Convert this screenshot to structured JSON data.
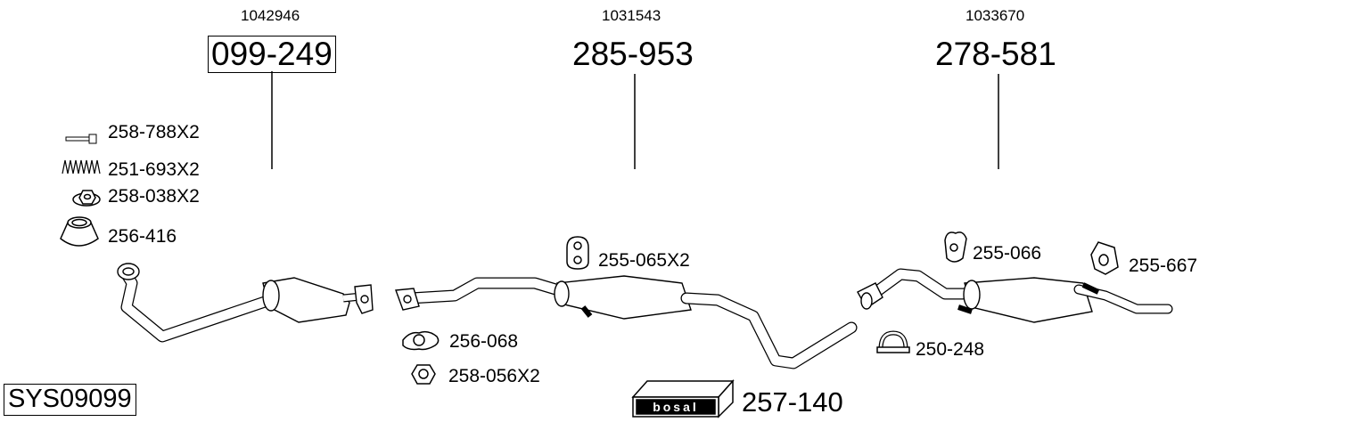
{
  "assemblies": [
    {
      "ref": "1042946",
      "part": "099-249",
      "boxed": true
    },
    {
      "ref": "1031543",
      "part": "285-953",
      "boxed": false
    },
    {
      "ref": "1033670",
      "part": "278-581",
      "boxed": false
    }
  ],
  "parts": {
    "bolt": "258-788X2",
    "spring": "251-693X2",
    "nut_flange": "258-038X2",
    "gasket_cone": "256-416",
    "gasket_flat": "256-068",
    "hex_nut": "258-056X2",
    "rubber_hanger_front": "255-065X2",
    "rubber_hanger_rear": "255-066",
    "rubber_mount": "255-667",
    "clamp": "250-248",
    "mounting_kit": "257-140"
  },
  "system_code": "SYS09099",
  "brand": "bosal"
}
